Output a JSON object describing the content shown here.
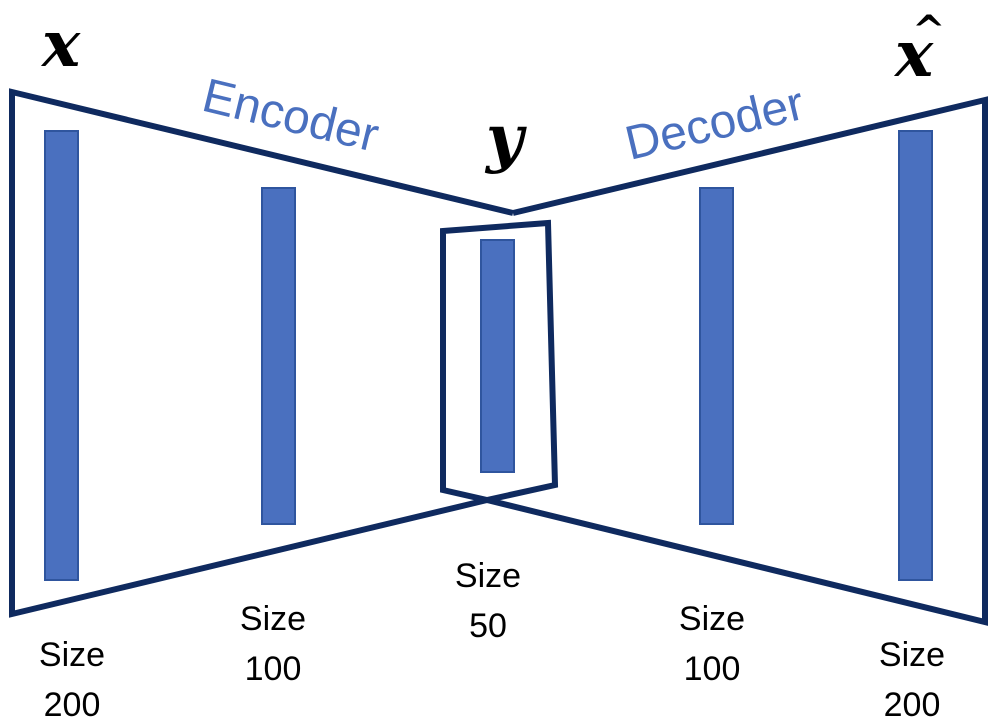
{
  "labels": {
    "input": "x",
    "latent": "y",
    "output": "x",
    "output_hat": "^",
    "encoder": "Encoder",
    "decoder": "Decoder"
  },
  "layers": [
    {
      "size_word": "Size",
      "size_value": "200"
    },
    {
      "size_word": "Size",
      "size_value": "100"
    },
    {
      "size_word": "Size",
      "size_value": "50"
    },
    {
      "size_word": "Size",
      "size_value": "100"
    },
    {
      "size_word": "Size",
      "size_value": "200"
    }
  ],
  "colors": {
    "outline": "#0f2a5f",
    "bar_fill": "#4a70bf",
    "section_label": "#4a70bf"
  }
}
